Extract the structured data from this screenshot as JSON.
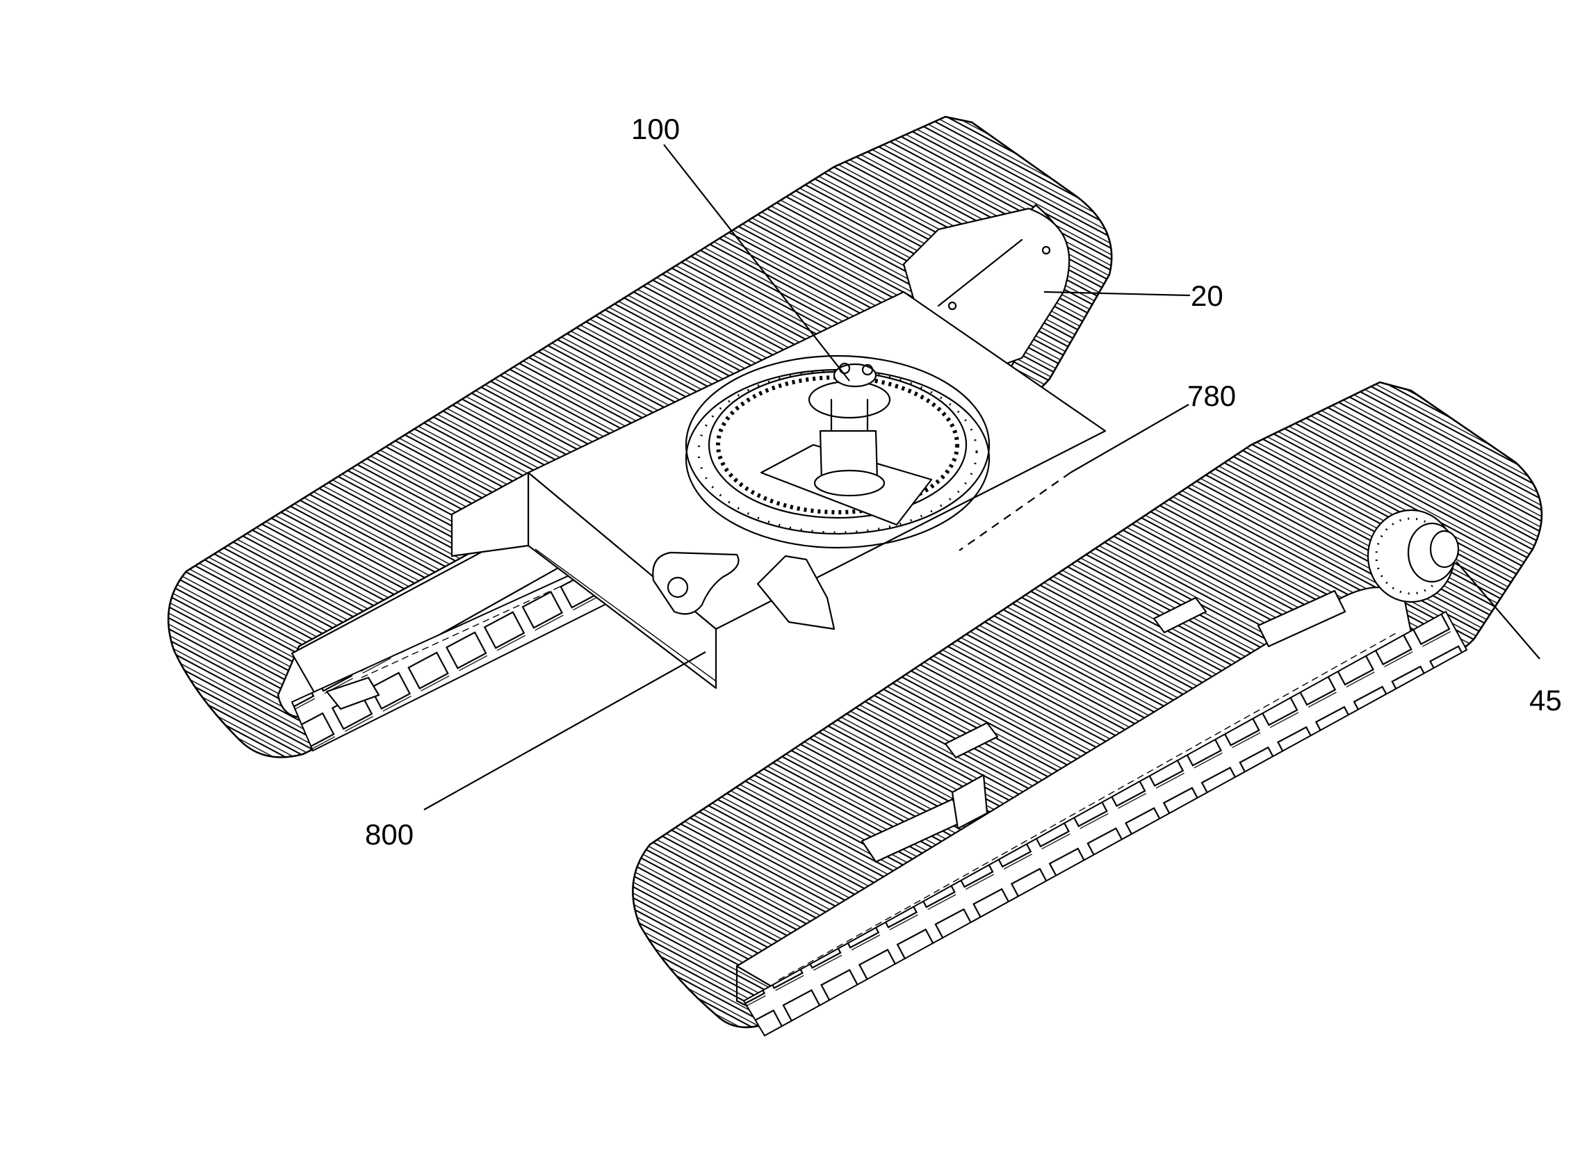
{
  "figure": {
    "labels": {
      "l100": "100",
      "l20": "20",
      "l780": "780",
      "l45": "45",
      "l800": "800"
    },
    "colors": {
      "ink": "#000000",
      "paper": "#ffffff"
    }
  }
}
